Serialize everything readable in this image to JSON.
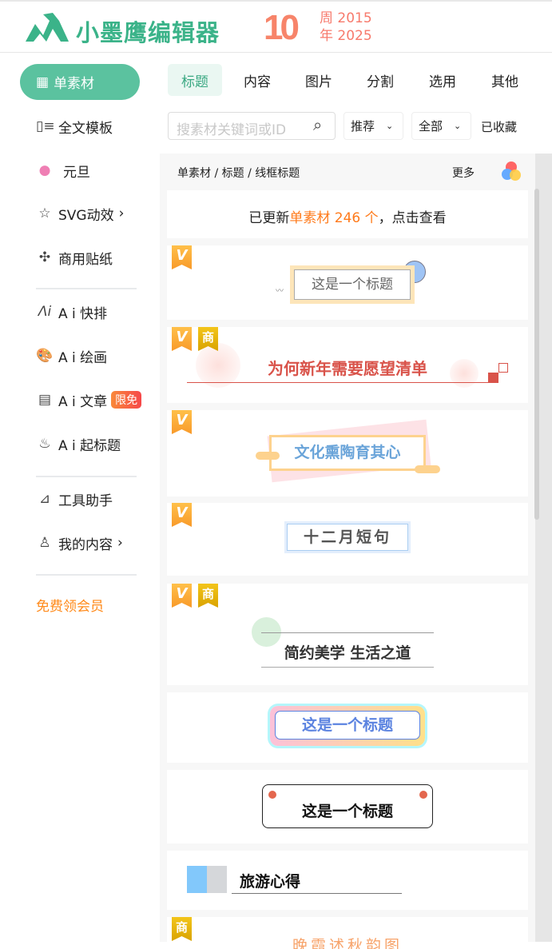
{
  "header": {
    "logo": "小墨鹰编辑器",
    "anniv_num": "10",
    "anniv_label_1": "周",
    "anniv_label_2": "年",
    "year_start": "2015",
    "year_end": "2025"
  },
  "sidebar": {
    "items": [
      {
        "label": "单素材",
        "icon": "grid-icon"
      },
      {
        "label": "全文模板",
        "icon": "template-icon"
      },
      {
        "label": "元旦",
        "icon": "balloon-icon"
      },
      {
        "label": "SVG动效",
        "icon": "star-icon"
      },
      {
        "label": "商用贴纸",
        "icon": "puzzle-icon"
      },
      {
        "label": "A i 快排",
        "icon": "ai-icon"
      },
      {
        "label": "A i 绘画",
        "icon": "palette-icon"
      },
      {
        "label": "A i 文章",
        "icon": "document-icon",
        "badge": "限免"
      },
      {
        "label": "A i 起标题",
        "icon": "flame-icon"
      },
      {
        "label": "工具助手",
        "icon": "ruler-icon"
      },
      {
        "label": "我的内容",
        "icon": "user-icon"
      }
    ],
    "vip_link": "免费领会员"
  },
  "tabs": [
    "标题",
    "内容",
    "图片",
    "分割",
    "选用",
    "其他"
  ],
  "search": {
    "placeholder": "搜素材关键词或ID"
  },
  "filters": {
    "sort": "推荐",
    "scope": "全部",
    "favorites": "已收藏"
  },
  "breadcrumb": [
    "单素材",
    "标题",
    "线框标题"
  ],
  "more": "更多",
  "notice": {
    "prefix": "已更新",
    "link": "单素材 246 个",
    "suffix": "，点击查看"
  },
  "cards": [
    {
      "title": "这是一个标题",
      "badges": [
        "V"
      ]
    },
    {
      "title": "为何新年需要愿望清单",
      "badges": [
        "V",
        "商"
      ]
    },
    {
      "title": "文化熏陶育其心",
      "badges": [
        "V"
      ]
    },
    {
      "title": "十二月短句",
      "badges": [
        "V"
      ]
    },
    {
      "title": "简约美学 生活之道",
      "badges": [
        "V",
        "商"
      ]
    },
    {
      "title": "这是一个标题",
      "badges": []
    },
    {
      "title": "这是一个标题",
      "badges": []
    },
    {
      "title": "旅游心得",
      "badges": []
    },
    {
      "title": "晚霞述秋韵图",
      "badges": [
        "商"
      ]
    }
  ],
  "badge_labels": {
    "vip": "V",
    "commercial": "商"
  },
  "colors": {
    "brand": "#5bc29f",
    "orange": "#ff7a1a"
  }
}
